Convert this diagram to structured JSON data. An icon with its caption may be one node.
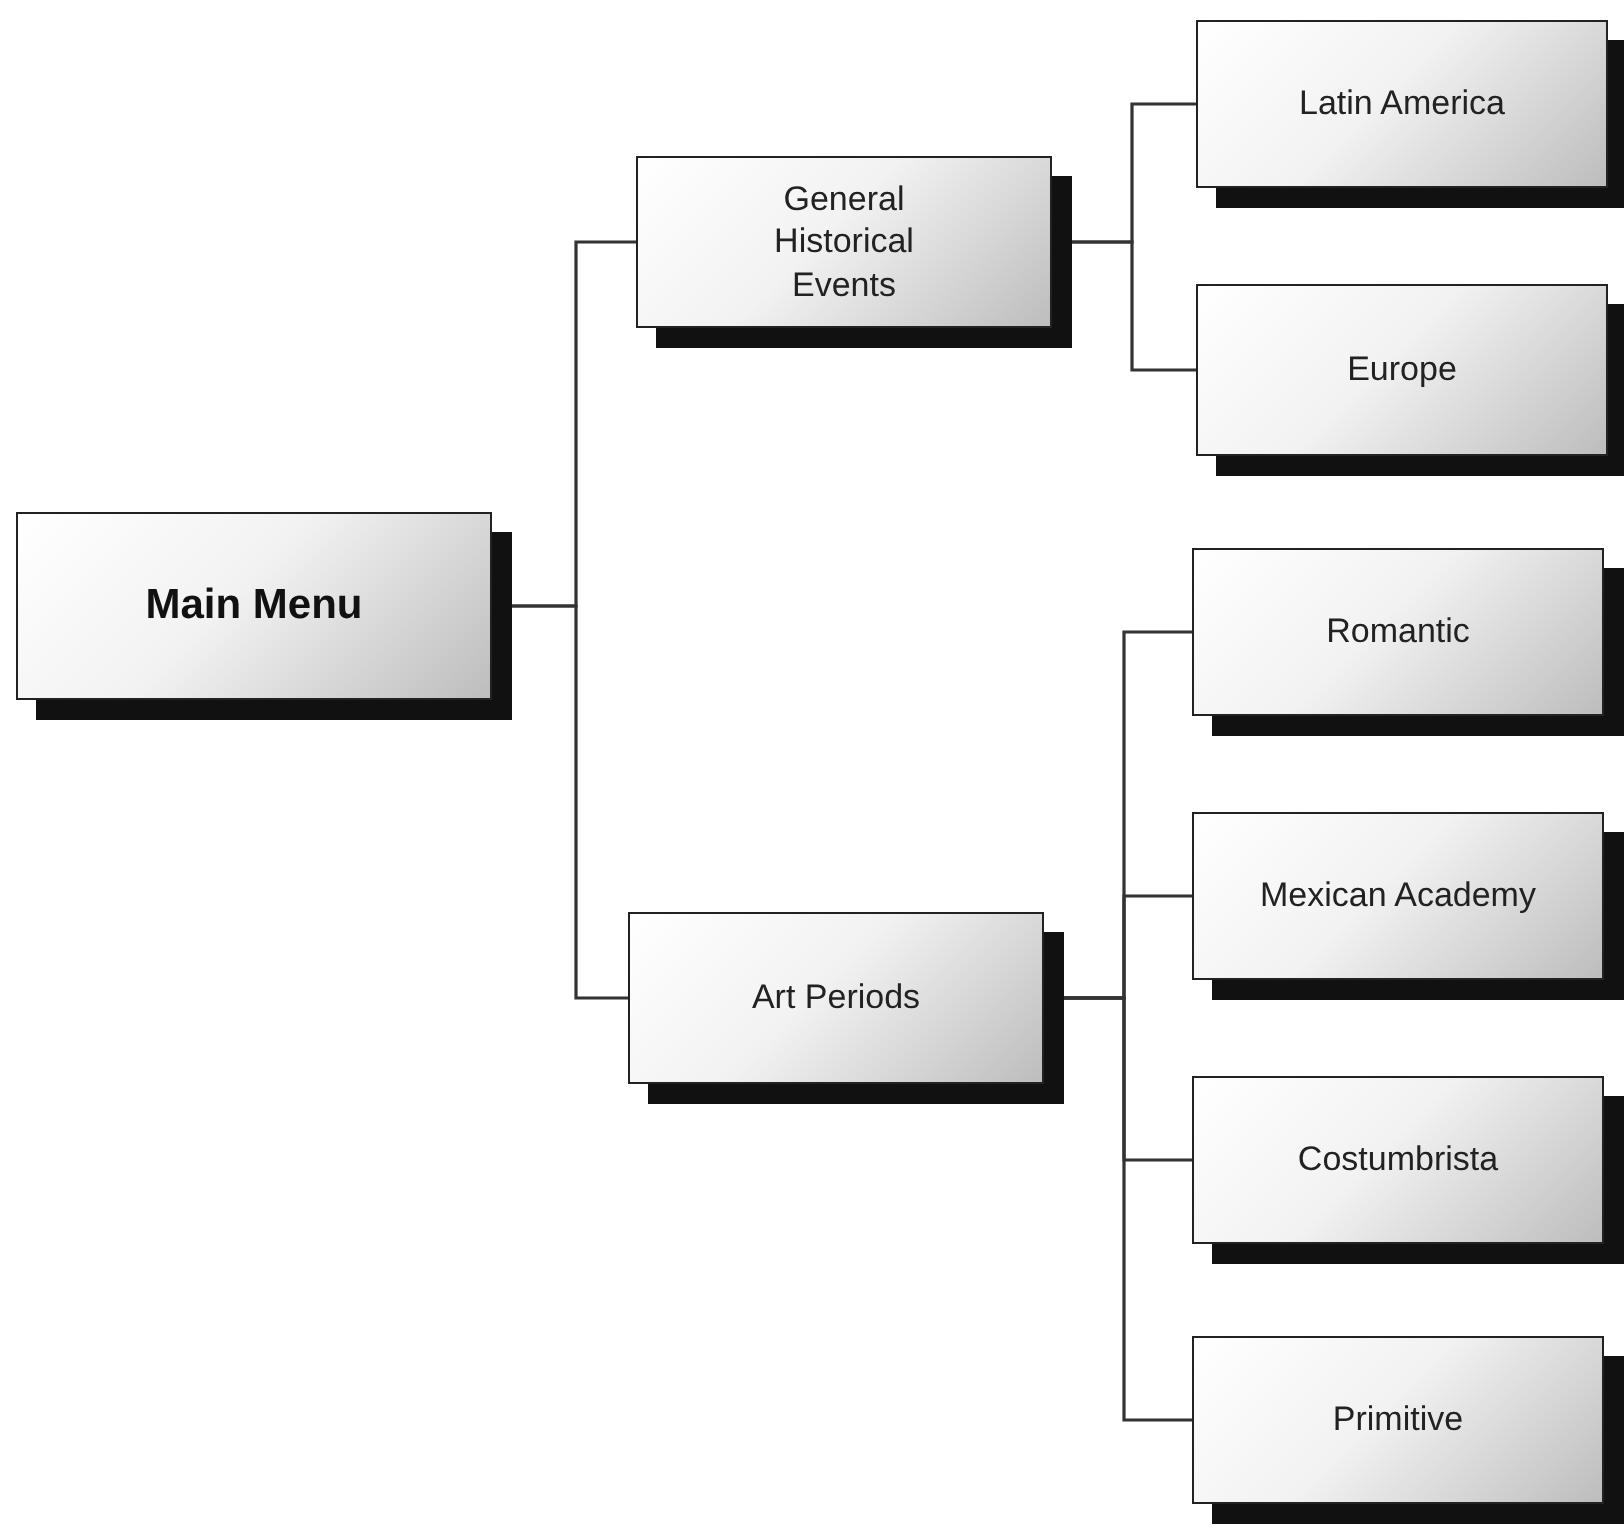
{
  "diagram": {
    "nodes": [
      {
        "text": [
          "Main Menu"
        ]
      },
      {
        "text": [
          "General Historical Events"
        ]
      },
      {
        "text": [
          "Art Periods"
        ]
      },
      {
        "text": [
          "Latin America"
        ]
      },
      {
        "text": [
          "Europe"
        ]
      },
      {
        "text": [
          "Romantic"
        ]
      },
      {
        "text": [
          "Mexican Academy"
        ]
      },
      {
        "text": [
          "Costumbrista"
        ]
      },
      {
        "text": [
          "Primitive"
        ]
      }
    ],
    "edges": [
      {
        "from": 0,
        "to": 1,
        "arrow": "none"
      },
      {
        "from": 0,
        "to": 2,
        "arrow": "none"
      },
      {
        "from": 1,
        "to": 3,
        "arrow": "none"
      },
      {
        "from": 1,
        "to": 4,
        "arrow": "none"
      },
      {
        "from": 2,
        "to": 5,
        "arrow": "none"
      },
      {
        "from": 2,
        "to": 6,
        "arrow": "none"
      },
      {
        "from": 2,
        "to": 7,
        "arrow": "none"
      },
      {
        "from": 2,
        "to": 8,
        "arrow": "none"
      }
    ]
  }
}
